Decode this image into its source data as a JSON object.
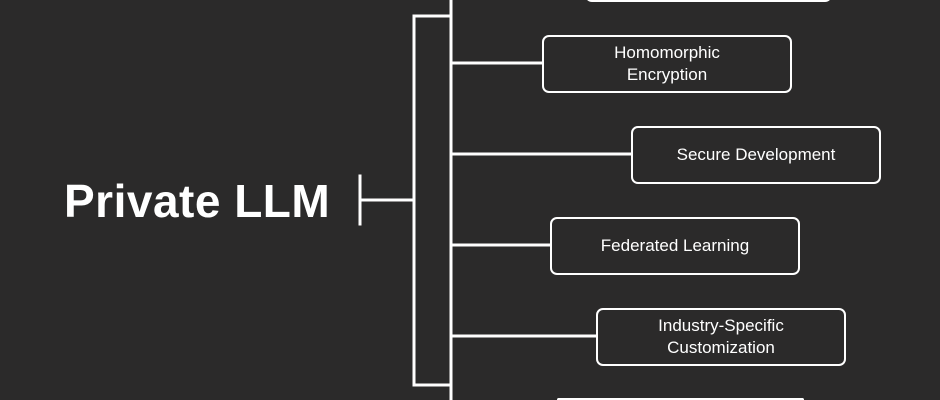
{
  "diagram": {
    "root": {
      "label": "Private LLM"
    },
    "colors": {
      "background": "#2b2a2a",
      "line": "#ffffff",
      "text": "#ffffff"
    },
    "branches": [
      {
        "label": ""
      },
      {
        "label": "Homomorphic Encryption"
      },
      {
        "label": "Secure Development"
      },
      {
        "label": "Federated Learning"
      },
      {
        "label": "Industry-Specific Customization"
      },
      {
        "label": ""
      }
    ]
  }
}
